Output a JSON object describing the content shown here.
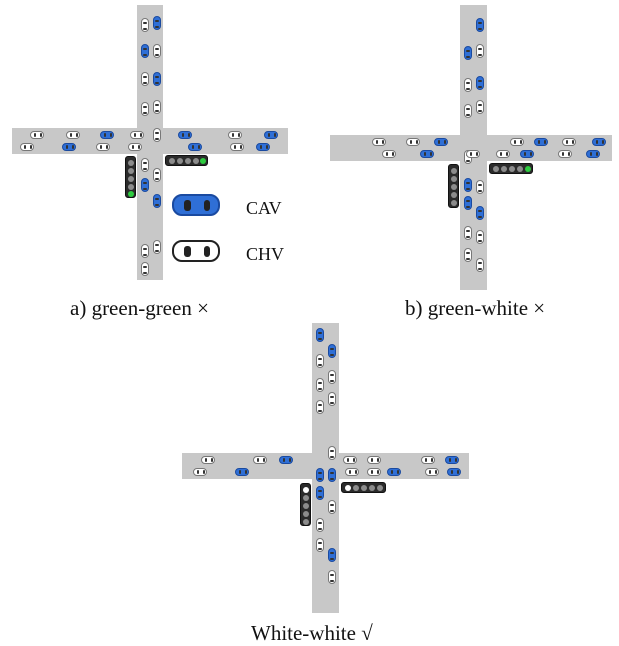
{
  "legend": {
    "cav_label": "CAV",
    "chv_label": "CHV",
    "cav_color": "#2f6fd6",
    "chv_color": "#ffffff"
  },
  "panels": [
    {
      "id": "a",
      "caption": "a) green-green ×",
      "signal_vertical": "green",
      "signal_horizontal": "green"
    },
    {
      "id": "b",
      "caption": "b) green-white ×",
      "signal_vertical": "none",
      "signal_horizontal": "green"
    },
    {
      "id": "c",
      "caption": "White-white √",
      "signal_vertical": "white",
      "signal_horizontal": "white"
    }
  ],
  "colors": {
    "road": "#c8c8c8",
    "cav": "#2f6fd6",
    "chv": "#ffffff",
    "green_light": "#2ecc40",
    "white_light": "#ffffff",
    "signal_body": "#2b2b2b"
  }
}
